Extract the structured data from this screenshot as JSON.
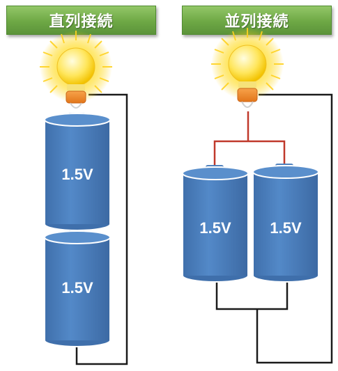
{
  "titles": {
    "series": "直列接続",
    "parallel": "並列接続"
  },
  "battery_label": "1.5V",
  "colors": {
    "title_green": "#6ea845",
    "battery_blue": "#4f81bd",
    "battery_border": "#ffffff",
    "wire_dark": "#1a1a1a",
    "wire_red": "#c0392b",
    "bulb_yellow": "#ffd633",
    "bulb_base": "#f08a24"
  },
  "icons": {
    "bulb": "light-bulb-icon",
    "battery": "battery-cell"
  }
}
